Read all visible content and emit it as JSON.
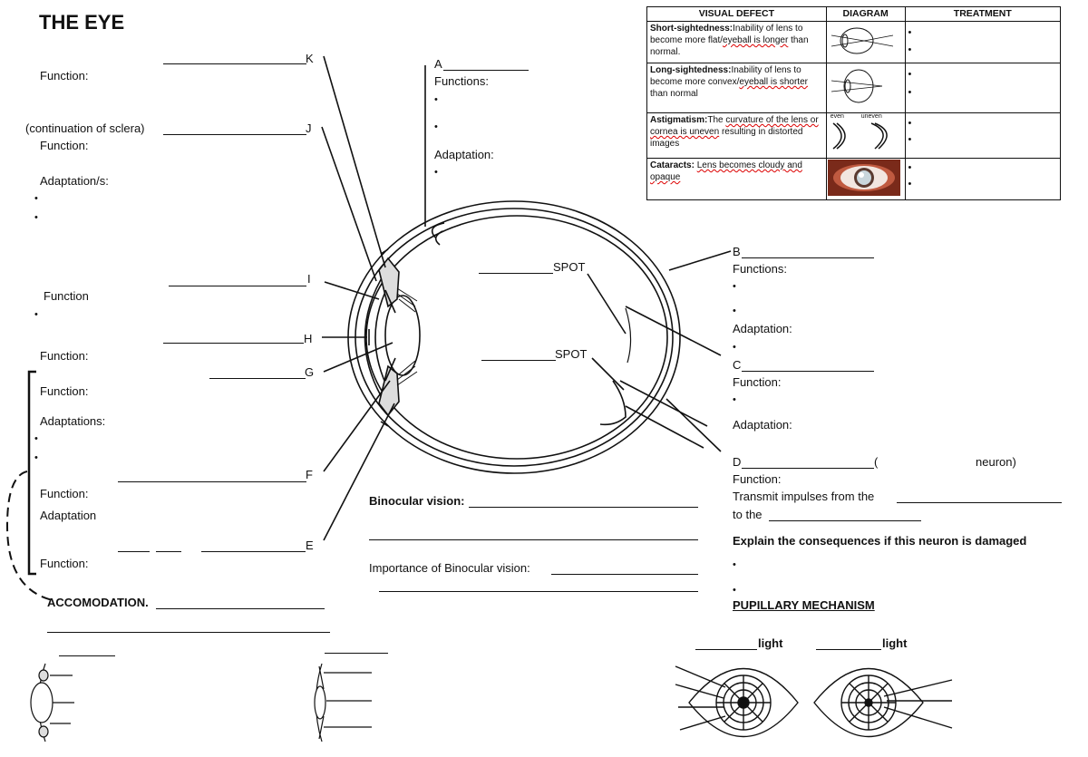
{
  "title": "THE EYE",
  "left": {
    "function_1": "Function:",
    "sclera_cont": "(continuation of sclera)",
    "function_2": "Function:",
    "adaptations_1": "Adaptation/s:",
    "function_3": "Function",
    "function_4": "Function:",
    "function_5": "Function:",
    "adaptations_2": "Adaptations:",
    "function_6": "Function:",
    "adaptation_6": "Adaptation",
    "function_7": "Function:",
    "accommodation": "ACCOMODATION."
  },
  "letters": [
    "K",
    "J",
    "I",
    "H",
    "G",
    "F",
    "E",
    "A",
    "B",
    "C",
    "D"
  ],
  "spot_1": "SPOT",
  "spot_2": "SPOT",
  "a_block": {
    "letter": "A",
    "functions": "Functions:",
    "adaptation": "Adaptation:"
  },
  "b_block": {
    "letter": "B",
    "functions": "Functions:",
    "adaptation": "Adaptation:"
  },
  "c_block": {
    "letter": "C",
    "function": "Function:",
    "adaptation": "Adaptation:"
  },
  "d_block": {
    "letter": "D",
    "paren_open": "(",
    "neuron": "neuron)",
    "function": "Function:",
    "transmit": "Transmit impulses from the",
    "to_the": "to the",
    "explain": "Explain the consequences if this neuron is damaged"
  },
  "binocular": {
    "label": "Binocular vision:",
    "importance": "Importance of Binocular vision:"
  },
  "pupillary": {
    "title": "PUPILLARY MECHANISM",
    "light_1": "light",
    "light_2": "light"
  },
  "bullet": "•",
  "table": {
    "headers": [
      "VISUAL DEFECT",
      "DIAGRAM",
      "TREATMENT"
    ],
    "rows": [
      {
        "name": "Short-sightedness:",
        "text_a": "Inability of lens to become more flat/",
        "text_b": "eyeball is longer",
        "text_c": " than normal."
      },
      {
        "name": "Long-sightedness:",
        "text_a": "Inability of lens to become more convex/",
        "text_b": "eyeball is shorter",
        "text_c": " than normal"
      },
      {
        "name": "Astigmatism:",
        "text_a": "The ",
        "text_b": "curvature of the lens or cornea is uneven",
        "text_c": " resulting in distorted images"
      },
      {
        "name": "Cataracts:",
        "text_a": " ",
        "text_b": "Lens becomes cloudy and opaque",
        "text_c": ""
      }
    ],
    "astig_even": "even",
    "astig_uneven": "uneven"
  }
}
